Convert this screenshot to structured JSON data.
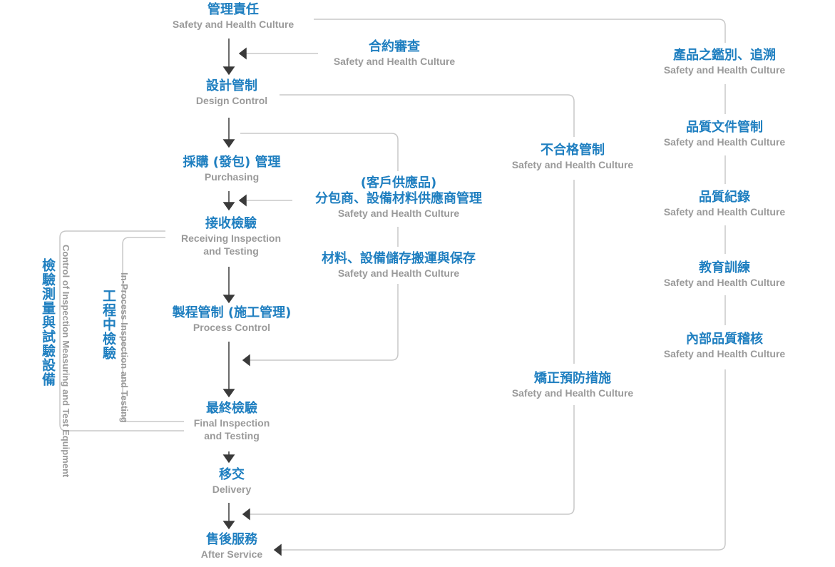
{
  "main_flow": {
    "management": {
      "zh": "管理責任",
      "en": "Safety and Health Culture"
    },
    "design": {
      "zh": "設計管制",
      "en": "Design Control"
    },
    "purchasing": {
      "zh": "採購 (發包) 管理",
      "en": "Purchasing"
    },
    "receiving": {
      "zh": "接收檢驗",
      "en1": "Receiving Inspection",
      "en2": "and Testing"
    },
    "process": {
      "zh": "製程管制 (施工管理)",
      "en": "Process Control"
    },
    "final": {
      "zh": "最終檢驗",
      "en1": "Final Inspection",
      "en2": "and Testing"
    },
    "delivery": {
      "zh": "移交",
      "en": "Delivery"
    },
    "service": {
      "zh": "售後服務",
      "en": "After Service"
    }
  },
  "middle": {
    "contract": {
      "zh": "合約審查",
      "en": "Safety and Health Culture"
    },
    "supplier": {
      "zh1": "(客戶供應品)",
      "zh2": "分包商、設備材料供應商管理",
      "en": "Safety and Health Culture"
    },
    "storage": {
      "zh": "材料、設備儲存搬運與保存",
      "en": "Safety and Health Culture"
    },
    "nonconform": {
      "zh": "不合格管制",
      "en": "Safety and Health Culture"
    },
    "corrective": {
      "zh": "矯正預防措施",
      "en": "Safety and Health Culture"
    }
  },
  "right_column": [
    {
      "zh": "產品之鑑別、追溯",
      "en": "Safety and Health Culture"
    },
    {
      "zh": "品質文件管制",
      "en": "Safety and Health Culture"
    },
    {
      "zh": "品質紀錄",
      "en": "Safety and Health Culture"
    },
    {
      "zh": "教育訓練",
      "en": "Safety and Health Culture"
    },
    {
      "zh": "內部品質稽核",
      "en": "Safety and Health Culture"
    }
  ],
  "left_side": {
    "equipment": {
      "zh": "檢驗測量與試驗設備",
      "en1": "Control of Inspection Measuring",
      "en2": "and Test Equipment"
    },
    "inprocess": {
      "zh": "工程中檢驗",
      "en1": "In-Process Inspection",
      "en2": "and Testing"
    }
  },
  "colors": {
    "title": "#1f7fc0",
    "subtitle": "#9a9a9a",
    "line": "#c8c8c8",
    "arrow": "#3a3a3a"
  }
}
